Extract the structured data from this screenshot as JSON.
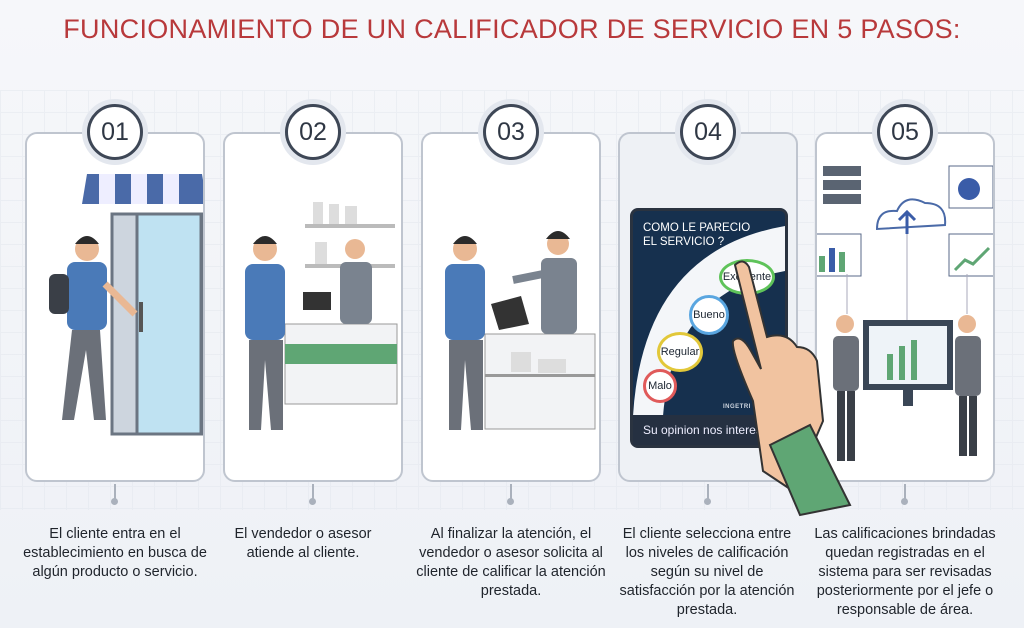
{
  "title": "FUNCIONAMIENTO DE UN CALIFICADOR DE SERVICIO EN 5 PASOS:",
  "steps": [
    {
      "number": "01",
      "caption": "El cliente entra en el establecimiento en busca de algún producto o servicio."
    },
    {
      "number": "02",
      "caption": "El vendedor o asesor atiende al cliente."
    },
    {
      "number": "03",
      "caption": "Al finalizar la atención, el vendedor o asesor solicita al cliente de calificar la atención prestada."
    },
    {
      "number": "04",
      "caption": "El cliente selecciona entre los niveles de calificación según su nivel de satisfacción por la atención prestada."
    },
    {
      "number": "05",
      "caption": "Las calificaciones brindadas quedan registradas en el sistema para ser revisadas posteriormente por el jefe o responsable de área."
    }
  ],
  "device": {
    "question": "COMO LE PARECIO EL SERVICIO ?",
    "options": [
      "Excelente",
      "Bueno",
      "Regular",
      "Malo"
    ],
    "brand": "INGETRI",
    "footer": "Su opinion nos interesa"
  },
  "colors": {
    "title": "#b8393b",
    "excelente": "#5fc35a",
    "bueno": "#5aa6e0",
    "regular": "#e2c83a",
    "malo": "#e05a5a"
  }
}
